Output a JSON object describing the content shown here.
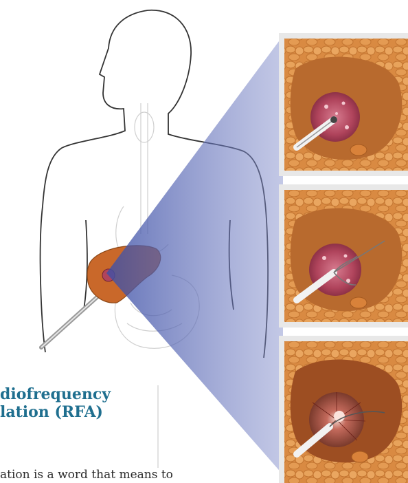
{
  "heading": {
    "line1": "diofrequency",
    "line2": "lation (RFA)"
  },
  "body_text": "ation is a word that means to",
  "colors": {
    "heading": "#1f6f8f",
    "liver": "#c9682a",
    "tumor": "#b0445c",
    "wedge": "#3c4fa6",
    "panel_frame": "#e8e8e8"
  },
  "illustration": {
    "panels": [
      "tumor-before-ablation",
      "probe-tines-deployed",
      "tumor-ablated"
    ]
  }
}
